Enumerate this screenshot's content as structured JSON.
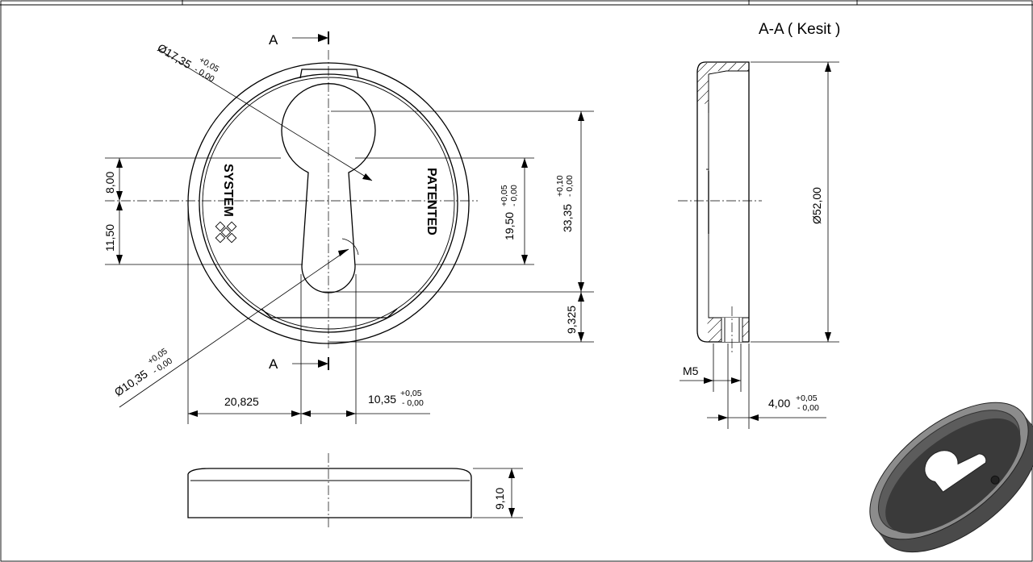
{
  "section_markers": {
    "cut_label": "A",
    "section_title": "A-A ( Kesit )"
  },
  "engravings": {
    "left": "SYSTEM",
    "right": "PATENTED"
  },
  "dimensions": {
    "outer_diameter": "Ø52,00",
    "keyhole_circle": {
      "value": "Ø17,35",
      "upper": "+0,05",
      "lower": "- 0,00"
    },
    "slot_width": {
      "value": "Ø10,35",
      "upper": "+0,05",
      "lower": "- 0,00"
    },
    "height_upper": "8,00",
    "height_lower": "11,50",
    "keyhole_span": {
      "value": "19,50",
      "upper": "+0,05",
      "lower": "- 0,00"
    },
    "keyhole_length": {
      "value": "33,35",
      "upper": "+0,10",
      "lower": "- 0,00"
    },
    "bottom_offset": "9,325",
    "horizontal_offset": "20,825",
    "slot_width_bottom": {
      "value": "10,35",
      "upper": "+0,05",
      "lower": "- 0,00"
    },
    "thread": "M5",
    "wall_thickness": {
      "value": "4,00",
      "upper": "+0,05",
      "lower": "- 0,00"
    },
    "side_height": "9,10"
  }
}
